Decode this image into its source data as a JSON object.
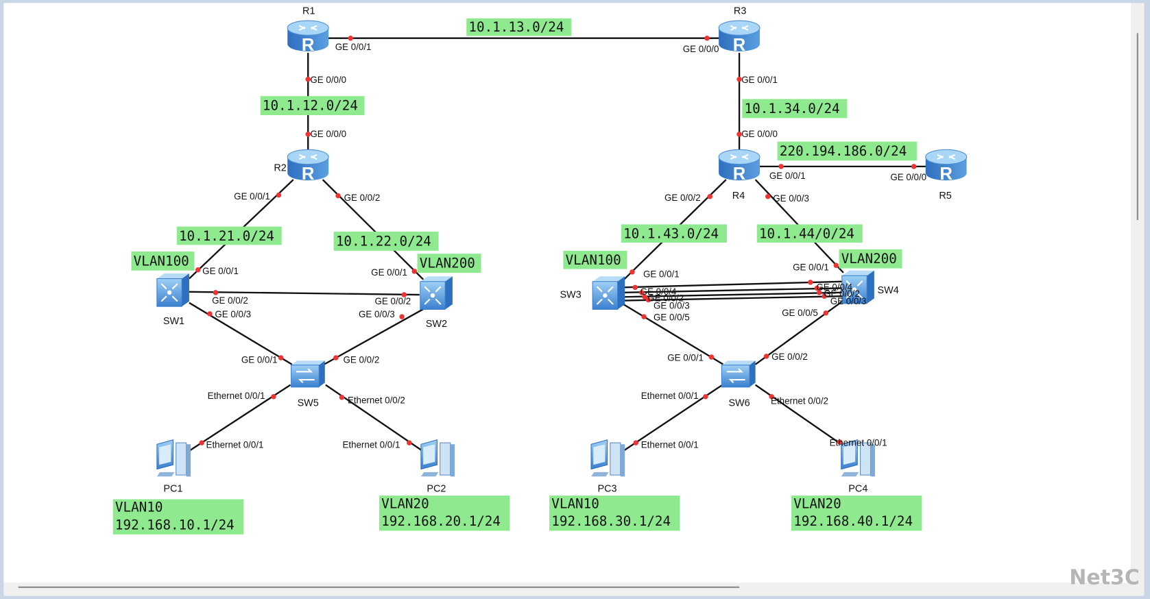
{
  "devices": {
    "r1": "R1",
    "r2": "R2",
    "r3": "R3",
    "r4": "R4",
    "r5": "R5",
    "sw1": "SW1",
    "sw2": "SW2",
    "sw3": "SW3",
    "sw4": "SW4",
    "sw5": "SW5",
    "sw6": "SW6",
    "pc1": "PC1",
    "pc2": "PC2",
    "pc3": "PC3",
    "pc4": "PC4"
  },
  "networks": {
    "r1_r3": "10.1.13.0/24",
    "r1_r2": "10.1.12.0/24",
    "r3_r4": "10.1.34.0/24",
    "r4_r5": "220.194.186.0/24",
    "r2_sw1": "10.1.21.0/24",
    "r2_sw2": "10.1.22.0/24",
    "r4_sw3": "10.1.43.0/24",
    "r4_sw4": "10.1.44/0/24",
    "sw1_vlan": "VLAN100",
    "sw2_vlan": "VLAN200",
    "sw3_vlan": "VLAN100",
    "sw4_vlan": "VLAN200",
    "pc1": {
      "vlan": "VLAN10",
      "subnet": "192.168.10.1/24"
    },
    "pc2": {
      "vlan": "VLAN20",
      "subnet": "192.168.20.1/24"
    },
    "pc3": {
      "vlan": "VLAN10",
      "subnet": "192.168.30.1/24"
    },
    "pc4": {
      "vlan": "VLAN20",
      "subnet": "192.168.40.1/24"
    }
  },
  "ports": {
    "r1_r3_a": "GE 0/0/1",
    "r1_r3_b": "GE 0/0/0",
    "r1_r2_a": "GE 0/0/0",
    "r1_r2_b": "GE 0/0/0",
    "r3_r4_a": "GE 0/0/1",
    "r3_r4_b": "GE 0/0/0",
    "r4_r5_a": "GE 0/0/1",
    "r4_r5_b": "GE 0/0/0",
    "r2_sw1_a": "GE 0/0/1",
    "r2_sw1_b": "GE 0/0/1",
    "r2_sw2_a": "GE 0/0/2",
    "r2_sw2_b": "GE 0/0/1",
    "sw1_sw2_a": "GE 0/0/2",
    "sw1_sw2_b": "GE 0/0/2",
    "sw1_sw5_a": "GE 0/0/3",
    "sw1_sw5_b": "GE 0/0/1",
    "sw2_sw5_a": "GE 0/0/3",
    "sw2_sw5_b": "GE 0/0/2",
    "sw5_pc1_a": "Ethernet 0/0/1",
    "sw5_pc1_b": "Ethernet 0/0/1",
    "sw5_pc2_a": "Ethernet 0/0/2",
    "sw5_pc2_b": "Ethernet 0/0/1",
    "r4_sw3_a": "GE 0/0/2",
    "r4_sw3_b": "GE 0/0/1",
    "r4_sw4_a": "GE 0/0/3",
    "r4_sw4_b": "GE 0/0/1",
    "sw3_sw4_4a": "GE 0/0/4",
    "sw3_sw4_2a": "GE 0/0/2",
    "sw3_sw4_3a": "GE 0/0/3",
    "sw3_sw4_4b": "GE 0/0/4",
    "sw3_sw4_2b": "GE 0/0/2",
    "sw3_sw4_3b": "GE 0/0/3",
    "sw3_sw6_a": "GE 0/0/5",
    "sw3_sw6_b": "GE 0/0/1",
    "sw4_sw6_a": "GE 0/0/5",
    "sw4_sw6_b": "GE 0/0/2",
    "sw6_pc3_a": "Ethernet 0/0/1",
    "sw6_pc3_b": "Ethernet 0/0/1",
    "sw6_pc4_a": "Ethernet 0/0/2",
    "sw6_pc4_b": "Ethernet 0/0/1"
  },
  "watermark": "Net3C",
  "colors": {
    "label_bg": "#8fe98f",
    "port_dot": "#ee3333",
    "device_blue": "#4f8fd6"
  }
}
